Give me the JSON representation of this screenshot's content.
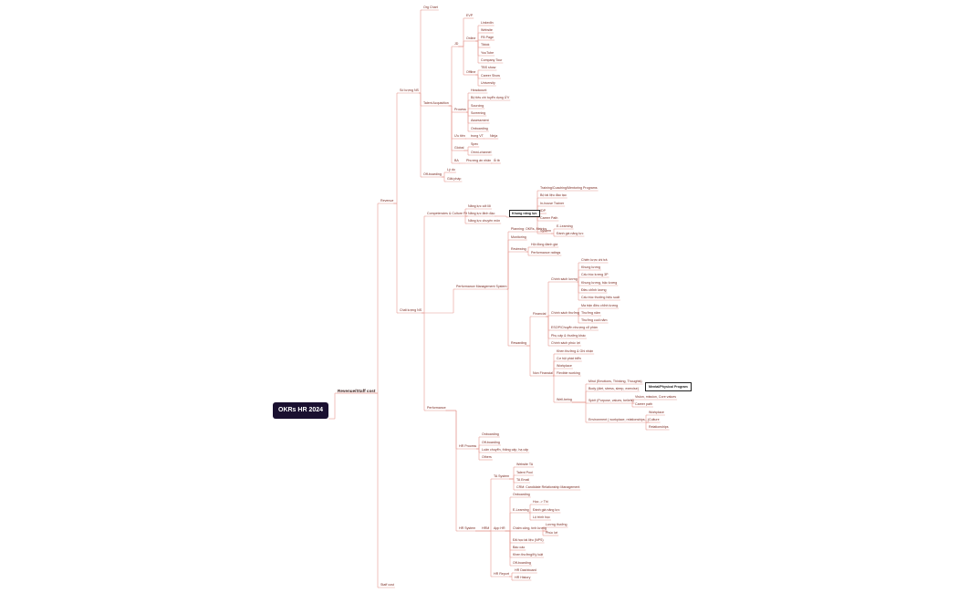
{
  "mindmap": {
    "root": "OKRs HR 2024",
    "n_rev_cost": "Revenue/Staff cost",
    "n_revenue": "Revenue",
    "n_staff_cost": "Staff cost",
    "n_so_luong": "Số lượng NS",
    "n_org_chart": "Org Chart",
    "n_talent": "Talent Acquisition",
    "n_jd": "JD",
    "n_evp": "EVP",
    "n_online": "Online",
    "n_linkedin": "LinkedIn",
    "n_website": "Website",
    "n_fbpage": "FB Page",
    "n_tiktok": "Tiktok",
    "n_youtube": "YouTube",
    "n_company_tour": "Company Tour",
    "n_offline": "Offline",
    "n_tbs_show": "TBS show",
    "n_career_show": "Career Show",
    "n_university": "University",
    "n_process": "Process",
    "n_headcount": "Headcount",
    "n_bo_tieu_chi": "Bộ tiêu chí tuyển dụng ỨV",
    "n_sourcing": "Sourcing",
    "n_screening": "Screening",
    "n_assessment": "Assessment",
    "n_onboarding1": "Onboarding",
    "n_uu_tien": "Ưu tiên",
    "n_trong_vt": "trong VT",
    "n_ninja": "Ninja",
    "n_global": "Global",
    "n_spec": "Spec",
    "n_omni": "Omni-channel",
    "n_ba": "BA",
    "n_phuong_an": "Phương án nhân",
    "n_lo_tb": "lỗ tb",
    "n_off_boarding": "Off-boarding",
    "n_ly_do": "Lý do",
    "n_giai_phap": "Giải pháp",
    "n_chat_luong": "Chất lượng NS",
    "n_comp_culture": "Competencies & Culture Fit",
    "n_nlcl": "Năng lực cốt lõi",
    "n_nlql": "Năng lực lãnh đạo",
    "n_nlcm": "Năng lực chuyên môn",
    "n_khung": "Khung năng lực",
    "n_training": "Training/Coaching/Mentoring Programs",
    "n_bo_tai_lieu": "Bộ tài liệu đào tạo",
    "n_inhouse": "In-house Trainer",
    "n_idp": "IDP",
    "n_career_path": "Career Path",
    "n_e_learning1": "E-Learning",
    "n_danh_gia_nl": "Đánh giá năng lực",
    "n_system": "System",
    "n_pms": "Performance Management System",
    "n_planning": "Planning: OKRs, Metrics",
    "n_monitoring": "Monitoring",
    "n_reviewing": "Reviewing",
    "n_hoi_dong": "Hội đồng đánh giá",
    "n_perf_ratings": "Performance ratings",
    "n_rewarding": "Rewarding",
    "n_financial": "Financial",
    "n_cs_luong": "Chính sách lương",
    "n_chien_luoc": "Chiến lược chi trả",
    "n_khung_luong": "Khung lương",
    "n_cau_truc": "Cấu trúc lương 3P",
    "n_khung_bac": "Khung lương, bậc lương",
    "n_cs_dieu_chinh": "Điều chỉnh lương",
    "n_cs_thuong_ts": "Cấu trúc thưởng hiệu suất",
    "n_ma_tran": "Ma trận điều chỉnh lương",
    "n_cs_thuong": "Chính sách thưởng",
    "n_thuong_nam": "Thưởng năm",
    "n_thuong_cuoi_nam": "Thưởng cuối năm",
    "n_thuong_dot_xuat": "Thưởng đột xuất",
    "n_esop": "ESOP/Chuyển nhượng cổ phần",
    "n_phu_cap": "Phụ cấp & thưởng khác",
    "n_cs_phuc_loi": "Chính sách phúc lợi",
    "n_non_fin": "Non Financial",
    "n_khen_thuong": "Khen thưởng & Ghi nhận",
    "n_co_hoi": "Cơ hội phát triển",
    "n_workplace": "Workplace",
    "n_flexible": "Flexible working",
    "n_well_being": "Well-being",
    "n_mind": "Mind (Emotions, Thinking, Thoughts)",
    "n_body": "Body (diet, stress, sleep, exercise)",
    "n_spirit": "Spirit (Purpose, values, beliefs)",
    "n_mental_prog": "Mental/Physical Program",
    "n_vision": "Vision, mission, Core values",
    "n_career_path2": "Career path",
    "n_environment": "Environment ( workplace, relationships...)",
    "n_workplace2": "Workplace",
    "n_culture": "Culture",
    "n_relationships": "Relationships",
    "n_performance": "Performance",
    "n_hr_process": "HR Process",
    "n_onboarding2": "Onboarding",
    "n_off_boarding2": "Off-boarding",
    "n_luan_chuyen": "Luân chuyển, thăng cấp, hạ cấp",
    "n_others": "Others",
    "n_hr_system": "HR System",
    "n_ta_system": "TA System",
    "n_website_ta": "Website TA",
    "n_talent_pool": "Talent Pool",
    "n_ta_email": "TA Email",
    "n_crm": "CRM: Candidate Relationship Management",
    "n_hrm": "HRM",
    "n_app_hr": "App HR",
    "n_onboarding3": "Onboarding",
    "n_e_learning2": "E-Learning",
    "n_hoc_thi": "Học -> Thi",
    "n_danh_gia_nl2": "Đánh giá năng lực",
    "n_lo_trinh": "Lộ trình học",
    "n_cham_cong": "Chấm công, tính lương",
    "n_luong_thuong": "Lương thưởng",
    "n_phuc_loi": "Phúc lợi",
    "n_da_hoc": "Đã học tài liệu (NPS)",
    "n_bao_cao": "Báo cáo",
    "n_khen_thuong2": "Khen thưởng/Kỷ luật",
    "n_off_boarding3": "Off-boarding",
    "n_hr_report": "HR Report",
    "n_hr_dashboard": "HR Dashboard",
    "n_hr_history": "HR History"
  },
  "colors": {
    "line": "#e69a92",
    "text": "#7a2b22",
    "root_bg": "#1a1030"
  }
}
